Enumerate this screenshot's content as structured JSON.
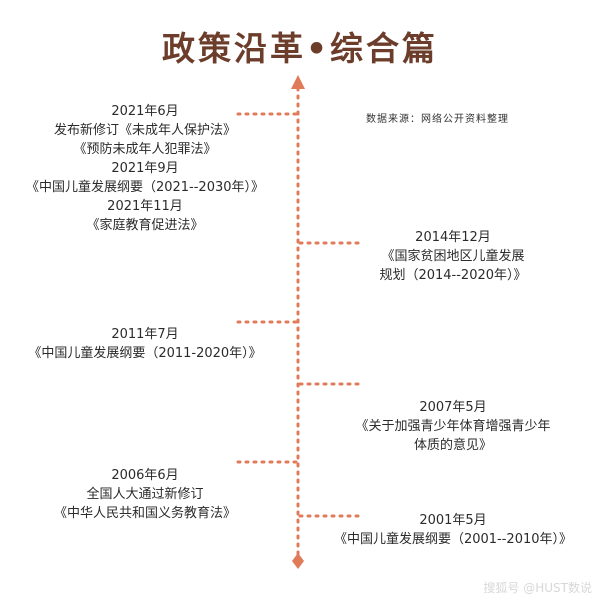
{
  "title": "政策沿革•综合篇",
  "source": "数据来源：网络公开资料整理",
  "colors": {
    "accent": "#e07b5a",
    "title": "#6b3d2a",
    "text": "#2b2b2b"
  },
  "events_left": [
    {
      "lines": [
        "2021年6月",
        "发布新修订《未成年人保护法》",
        "《预防未成年人犯罪法》",
        "2021年9月",
        "《中国儿童发展纲要（2021--2030年）》",
        "2021年11月",
        "《家庭教育促进法》"
      ]
    },
    {
      "lines": [
        "2011年7月",
        "《中国儿童发展纲要（2011-2020年）》"
      ]
    },
    {
      "lines": [
        "2006年6月",
        "全国人大通过新修订",
        "《中华人民共和国义务教育法》"
      ]
    }
  ],
  "events_right": [
    {
      "lines": [
        "2014年12月",
        "《国家贫困地区儿童发展",
        "规划（2014--2020年）》"
      ]
    },
    {
      "lines": [
        "2007年5月",
        "《关于加强青少年体育增强青少年",
        "体质的意见》"
      ]
    },
    {
      "lines": [
        "2001年5月",
        "《中国儿童发展纲要（2001--2010年）》"
      ]
    }
  ],
  "footer": "搜狐号 @HUST数说"
}
